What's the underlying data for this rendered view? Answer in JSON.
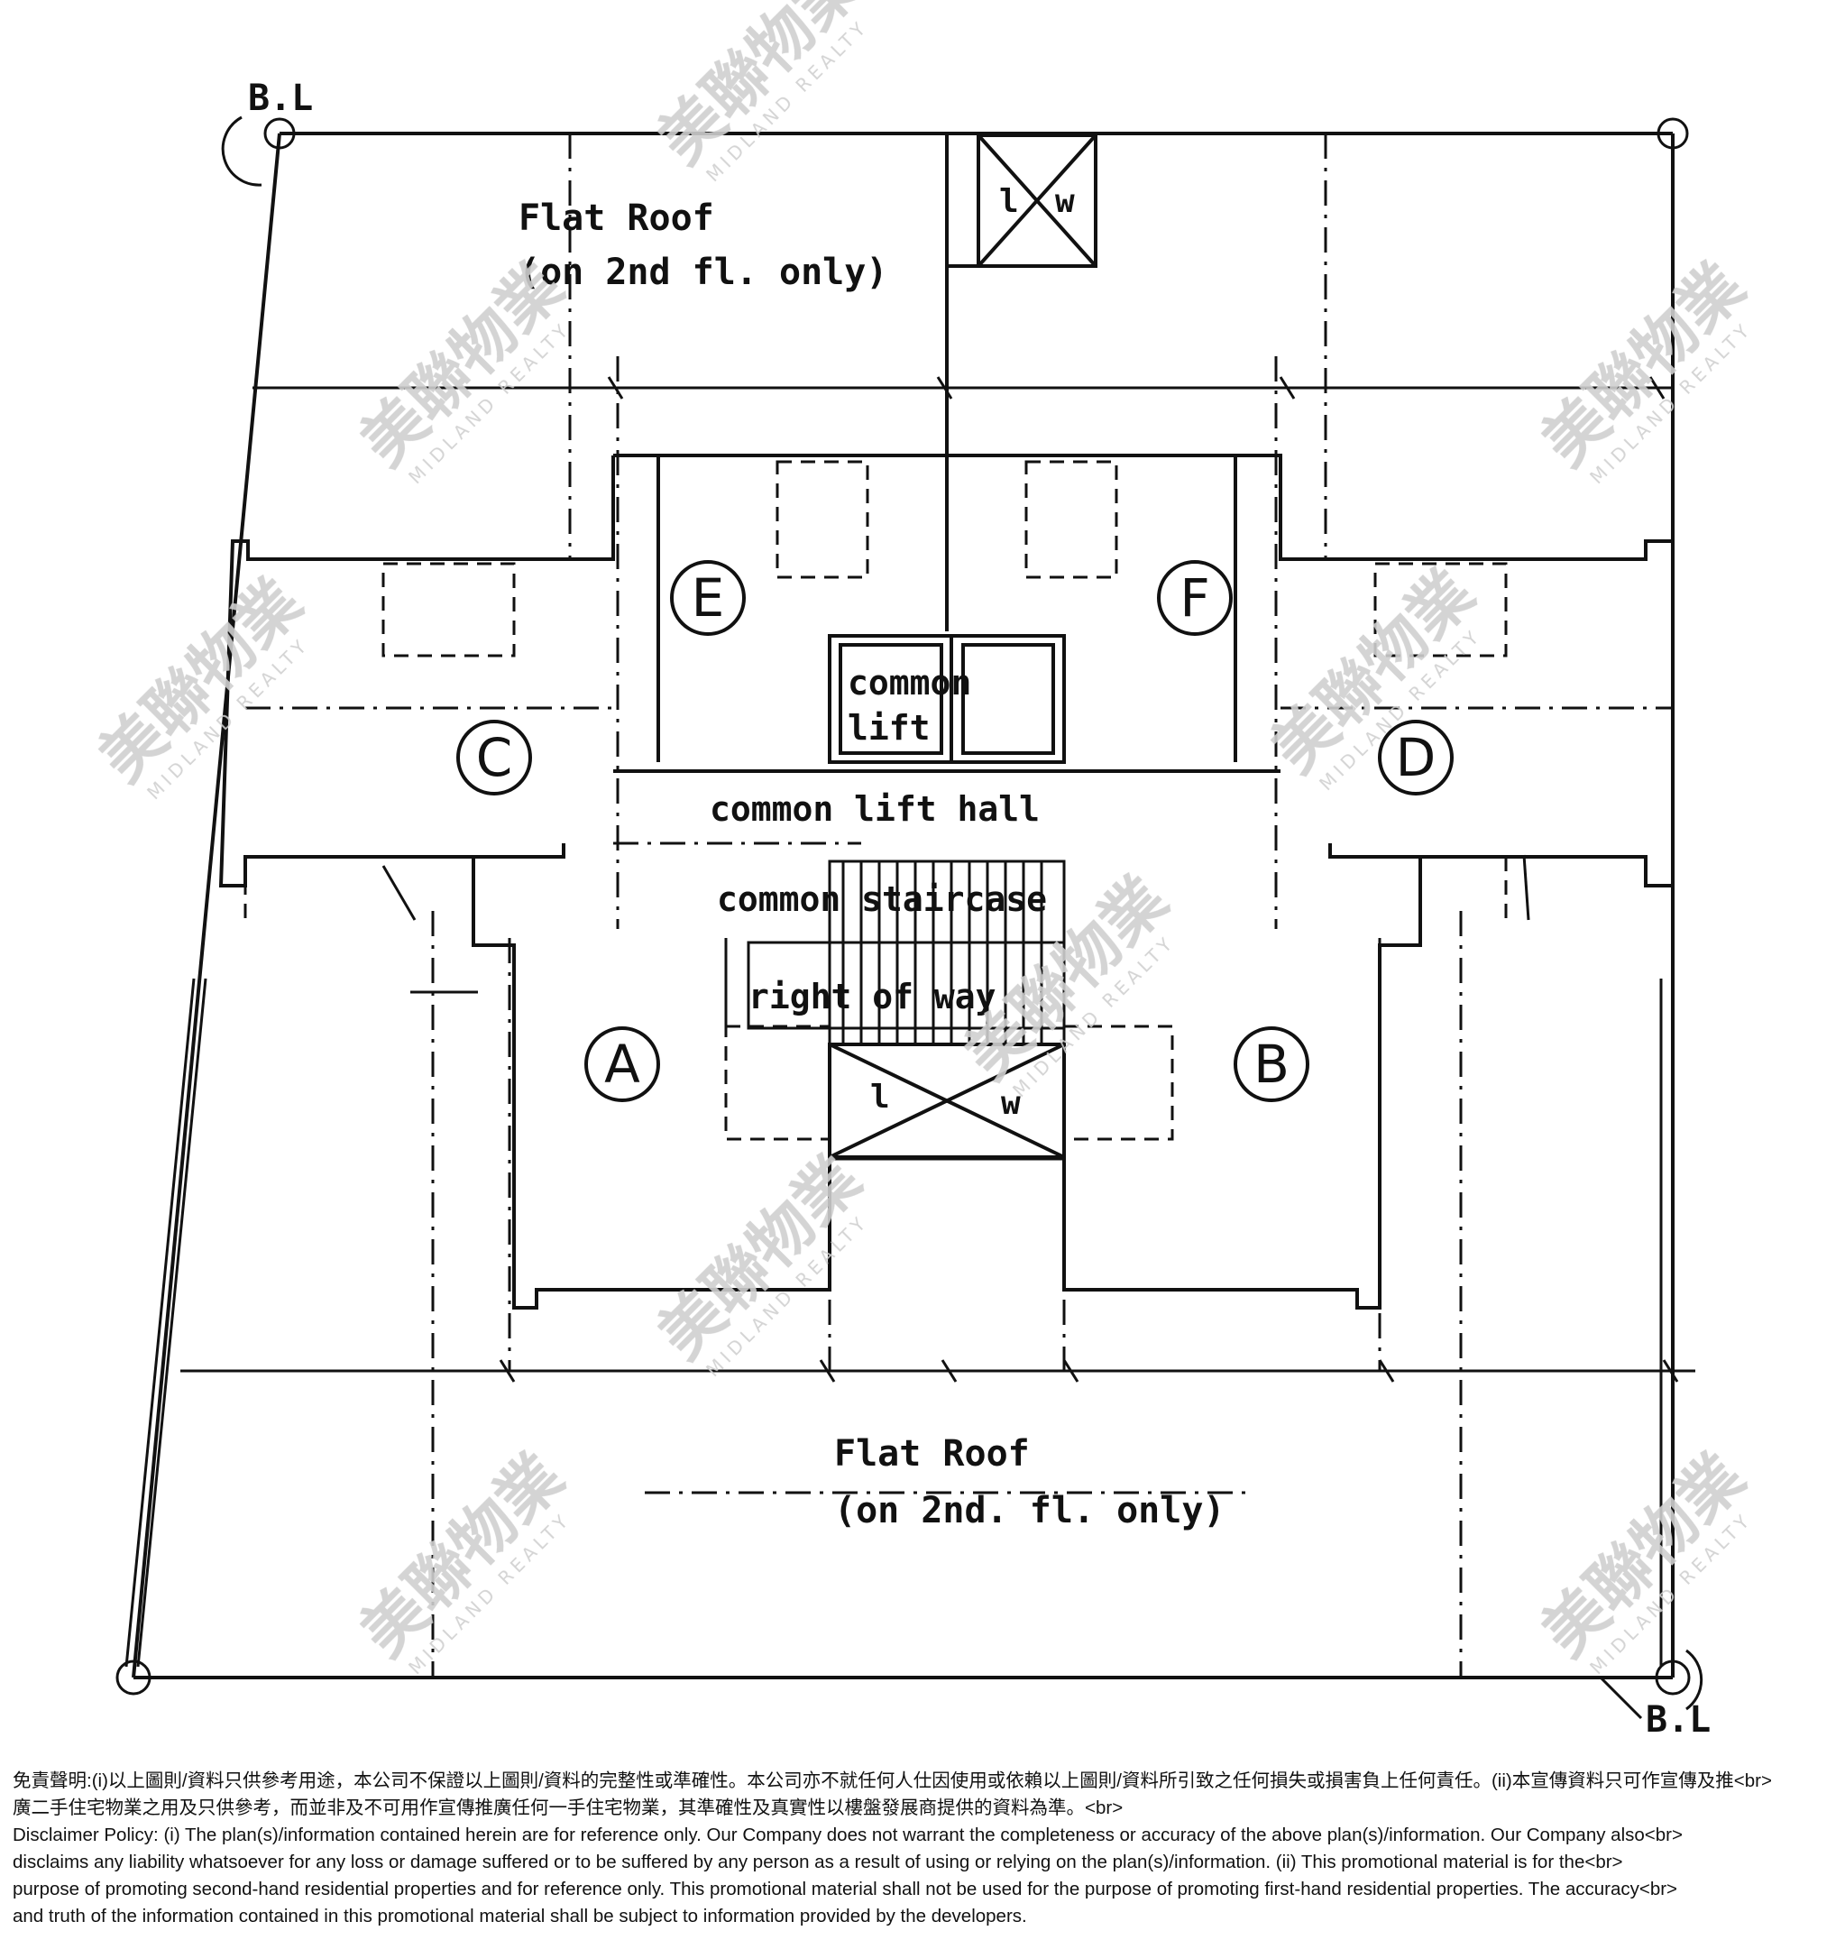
{
  "plan": {
    "flat_roof_top": {
      "title": "Flat Roof",
      "note": "(on 2nd fl. only)"
    },
    "flat_roof_bottom": {
      "title": "Flat Roof",
      "note": "(on 2nd. fl. only)"
    },
    "building_line_label": "B.L",
    "units": [
      "A",
      "B",
      "C",
      "D",
      "E",
      "F"
    ],
    "lift_top": {
      "l": "l",
      "w": "w"
    },
    "lift_bottom": {
      "l": "l",
      "w": "w"
    },
    "common_lift": {
      "line1": "common",
      "line2": "lift"
    },
    "common_lift_hall": "common lift hall",
    "common_staircase": "common staircase",
    "right_of_way": "right of way"
  },
  "watermark": {
    "cn": "美聯物業",
    "en": "MIDLAND REALTY"
  },
  "disclaimer": {
    "cn_line1": "免責聲明:(i)以上圖則/資料只供參考用途，本公司不保證以上圖則/資料的完整性或準確性。本公司亦不就任何人仕因使用或依賴以上圖則/資料所引致之任何損失或損害負上任何責任。(ii)本宣傳資料只可作宣傳及推<br>",
    "cn_line2": "廣二手住宅物業之用及只供參考，而並非及不可用作宣傳推廣任何一手住宅物業，其準確性及真實性以樓盤發展商提供的資料為準。<br>",
    "en_line1": "Disclaimer Policy: (i) The plan(s)/information contained herein are for reference only. Our Company does not warrant the completeness or accuracy of the above plan(s)/information. Our Company also<br>",
    "en_line2": "disclaims any liability whatsoever for any loss or damage suffered or to be suffered by any person as a result of using or relying on the plan(s)/information. (ii) This promotional material is for the<br>",
    "en_line3": "purpose of promoting second-hand residential properties and for reference only. This promotional material shall not be used for the purpose of promoting first-hand residential properties. The accuracy<br>",
    "en_line4": "and truth of the information contained in this promotional material shall be subject to information provided by the developers."
  }
}
